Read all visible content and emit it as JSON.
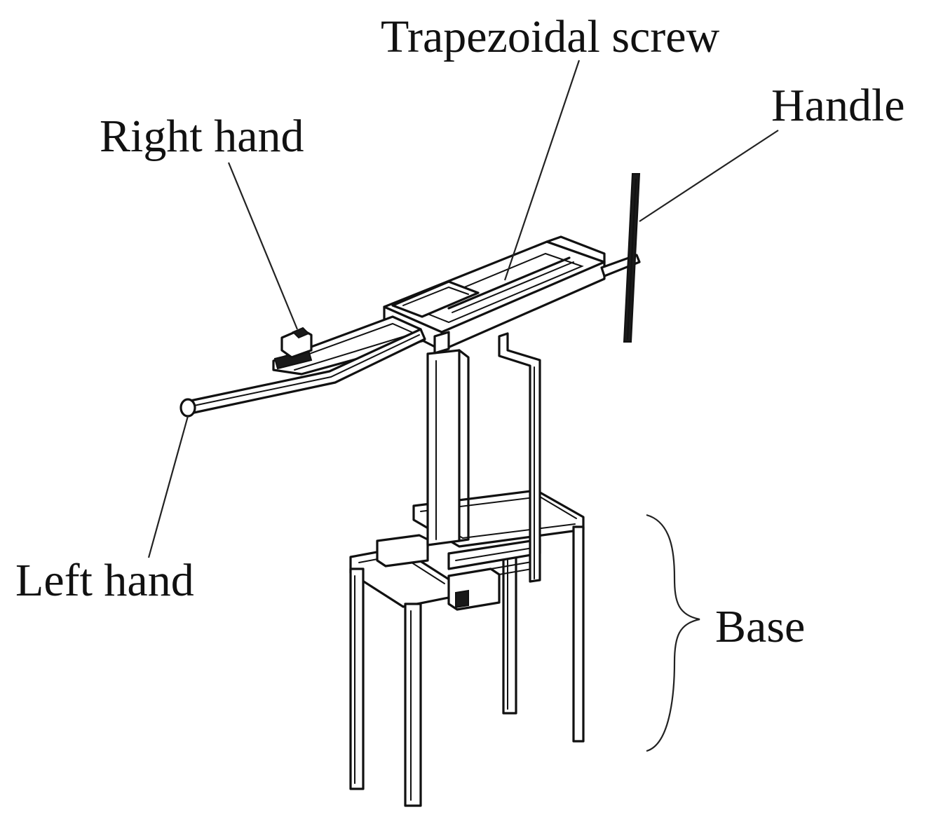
{
  "labels": {
    "trapezoidal_screw": "Trapezoidal screw",
    "handle": "Handle",
    "right_hand": "Right hand",
    "left_hand": "Left hand",
    "base": "Base"
  },
  "colors": {
    "ink": "#111111",
    "background": "#ffffff"
  }
}
